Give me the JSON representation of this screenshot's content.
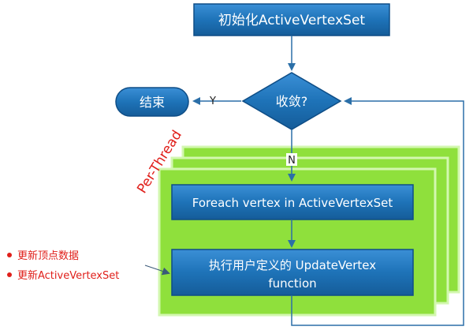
{
  "nodes": {
    "init": "初始化ActiveVertexSet",
    "converge": "收敛?",
    "end": "结束",
    "foreach": "Foreach vertex in ActiveVertexSet",
    "execute_line1": "执行用户定义的 UpdateVertex",
    "execute_line2": "function"
  },
  "edges": {
    "yes": "Y",
    "no": "N"
  },
  "per_thread_label": "Per-Thread",
  "notes": [
    "更新顶点数据",
    "更新ActiveVertexSet"
  ],
  "colors": {
    "box_blue": "#1e73b8",
    "box_blue_dark": "#0e4d86",
    "green_panel": "#8fe03c",
    "green_border": "#c6f59a",
    "arrow": "#2b6fa8",
    "red_text": "#e0201b"
  }
}
